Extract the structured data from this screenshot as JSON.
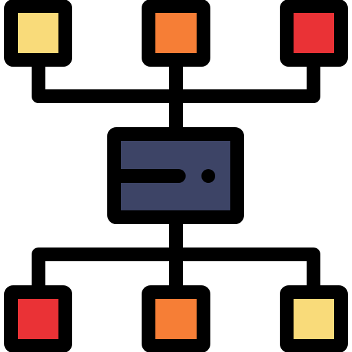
{
  "icon": {
    "name": "network-hierarchy-icon",
    "outline_color": "#000000",
    "center": {
      "name": "server-icon",
      "fill": "#3D4466",
      "indicator_color": "#000000"
    },
    "top_nodes": [
      {
        "name": "node-top-left",
        "fill": "#F9DB7A"
      },
      {
        "name": "node-top-center",
        "fill": "#F67E36"
      },
      {
        "name": "node-top-right",
        "fill": "#EA3236"
      }
    ],
    "bottom_nodes": [
      {
        "name": "node-bottom-left",
        "fill": "#EA3236"
      },
      {
        "name": "node-bottom-center",
        "fill": "#F67E36"
      },
      {
        "name": "node-bottom-right",
        "fill": "#F9DB7A"
      }
    ]
  }
}
